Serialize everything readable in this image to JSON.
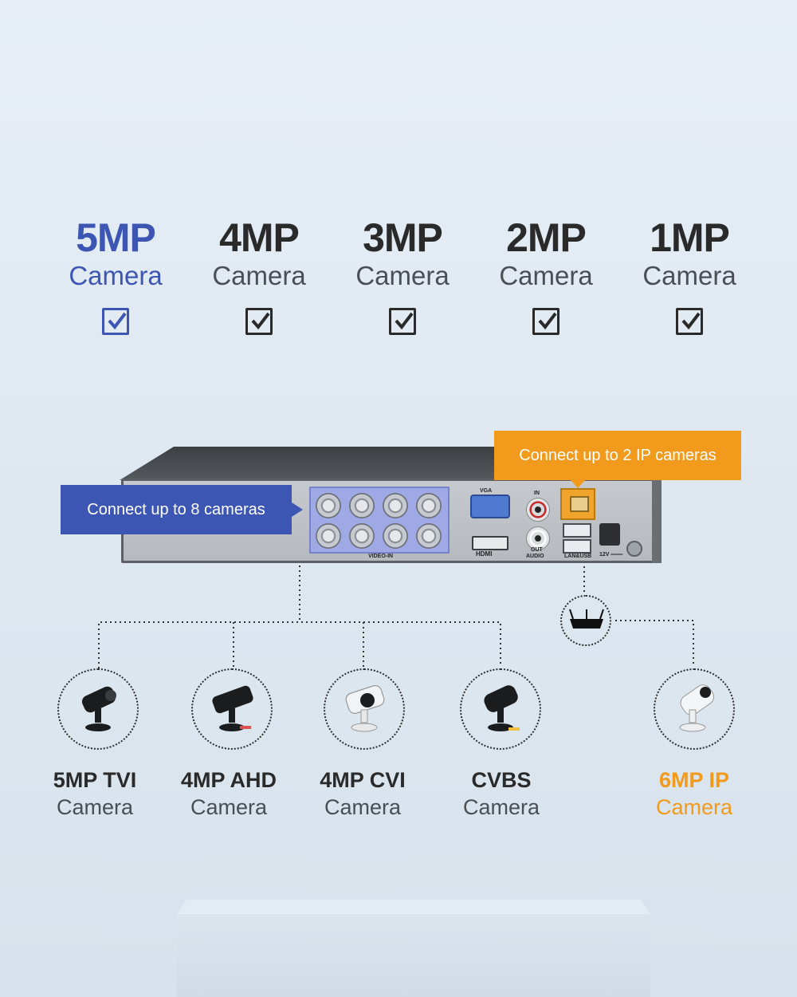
{
  "resolutions": [
    {
      "title": "5MP",
      "sub": "Camera",
      "highlight": true
    },
    {
      "title": "4MP",
      "sub": "Camera",
      "highlight": false
    },
    {
      "title": "3MP",
      "sub": "Camera",
      "highlight": false
    },
    {
      "title": "2MP",
      "sub": "Camera",
      "highlight": false
    },
    {
      "title": "1MP",
      "sub": "Camera",
      "highlight": false
    }
  ],
  "callouts": {
    "analog": "Connect up to 8 cameras",
    "ip": "Connect up to 2 IP cameras"
  },
  "dvr_labels": {
    "vga": "VGA",
    "in": "IN",
    "video_in": "VIDEO-IN",
    "hdmi": "HDMI",
    "out": "OUT",
    "audio": "AUDIO",
    "lan_usb": "LAN&USB",
    "power": "12V ═══"
  },
  "cameras": [
    {
      "title": "5MP TVI",
      "sub": "Camera"
    },
    {
      "title": "4MP AHD",
      "sub": "Camera"
    },
    {
      "title": "4MP CVI",
      "sub": "Camera"
    },
    {
      "title": "CVBS",
      "sub": "Camera"
    },
    {
      "title": "6MP IP",
      "sub": "Camera"
    }
  ],
  "colors": {
    "blue_accent": "#3d56b3",
    "orange_accent": "#f29a1c",
    "text_dark": "#2a2a2a"
  }
}
